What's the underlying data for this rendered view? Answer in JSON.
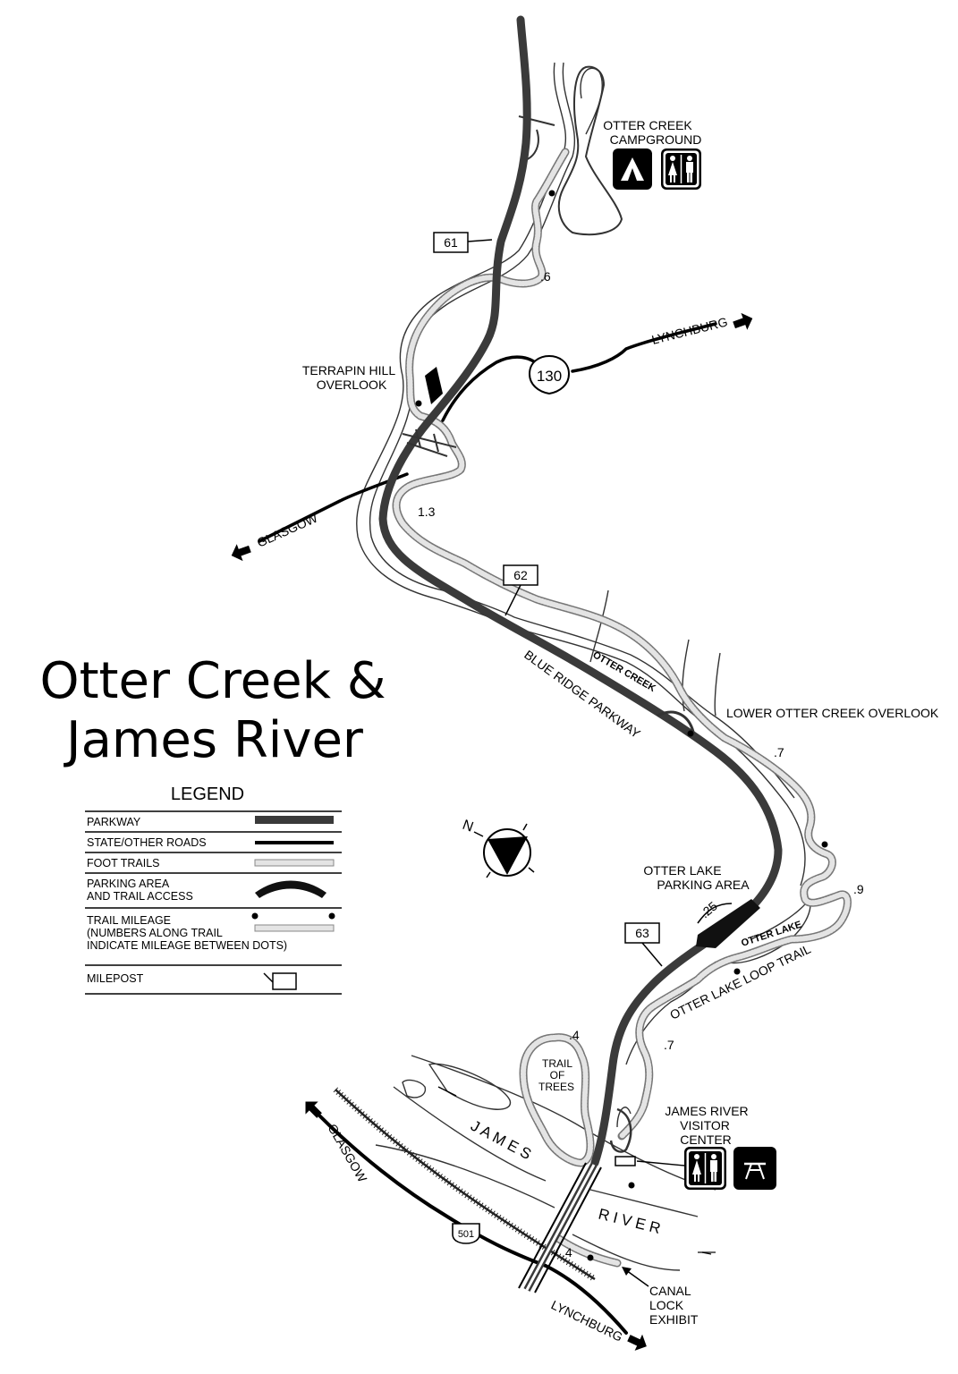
{
  "title": {
    "line1": "Otter Creek &",
    "line2": "James River"
  },
  "legend": {
    "title": "LEGEND",
    "rows": {
      "parkway": "PARKWAY",
      "roads": "STATE/OTHER ROADS",
      "foot_trails": "FOOT TRAILS",
      "parking_line1": "PARKING AREA",
      "parking_line2": "AND TRAIL ACCESS",
      "mileage_line1": "TRAIL MILEAGE",
      "mileage_line2": "(NUMBERS ALONG TRAIL",
      "mileage_line3": "INDICATE MILEAGE BETWEEN DOTS)",
      "milepost": "MILEPOST"
    }
  },
  "compass": {
    "north_label": "N"
  },
  "mileposts": {
    "mp61": "61",
    "mp62": "62",
    "mp63": "63"
  },
  "route_shields": {
    "va130": "130",
    "us501": "501"
  },
  "places": {
    "campground_line1": "OTTER CREEK",
    "campground_line2": "CAMPGROUND",
    "terrapin_line1": "TERRAPIN HILL",
    "terrapin_line2": "OVERLOOK",
    "lower_otter_creek_overlook": "LOWER OTTER CREEK OVERLOOK",
    "otter_lake_parking_line1": "OTTER LAKE",
    "otter_lake_parking_line2": "PARKING AREA",
    "visitor_center_line1": "JAMES RIVER",
    "visitor_center_line2": "VISITOR",
    "visitor_center_line3": "CENTER",
    "trail_of_trees_line1": "TRAIL",
    "trail_of_trees_line2": "OF",
    "trail_of_trees_line3": "TREES",
    "canal_line1": "CANAL",
    "canal_line2": "LOCK",
    "canal_line3": "EXHIBIT"
  },
  "roads": {
    "lynchburg_top": "LYNCHBURG",
    "glasgow_mid": "GLASGOW",
    "glasgow_bottom": "GLASGOW",
    "lynchburg_bottom": "LYNCHBURG",
    "parkway_name": "BLUE RIDGE PARKWAY"
  },
  "water": {
    "otter_creek": "OTTER CREEK",
    "otter_lake": "OTTER LAKE",
    "james": "J A M E S",
    "river": "R I V E R"
  },
  "trail_names": {
    "otter_lake_loop": "OTTER LAKE LOOP TRAIL"
  },
  "trail_mileage": {
    "m1": ".6",
    "m2": "1.3",
    "m3": ".7",
    "m4": ".9",
    "m5": ".25",
    "m6": ".7",
    "m7": ".4",
    "m8": ".4"
  },
  "facility_icons": [
    "campground-icon",
    "restrooms-icon",
    "picnic-area-icon"
  ],
  "colors": {
    "parkway": "#3a3a3a",
    "roads": "#000000",
    "trail": "#e4e4e4",
    "icon_bg": "#000000"
  }
}
